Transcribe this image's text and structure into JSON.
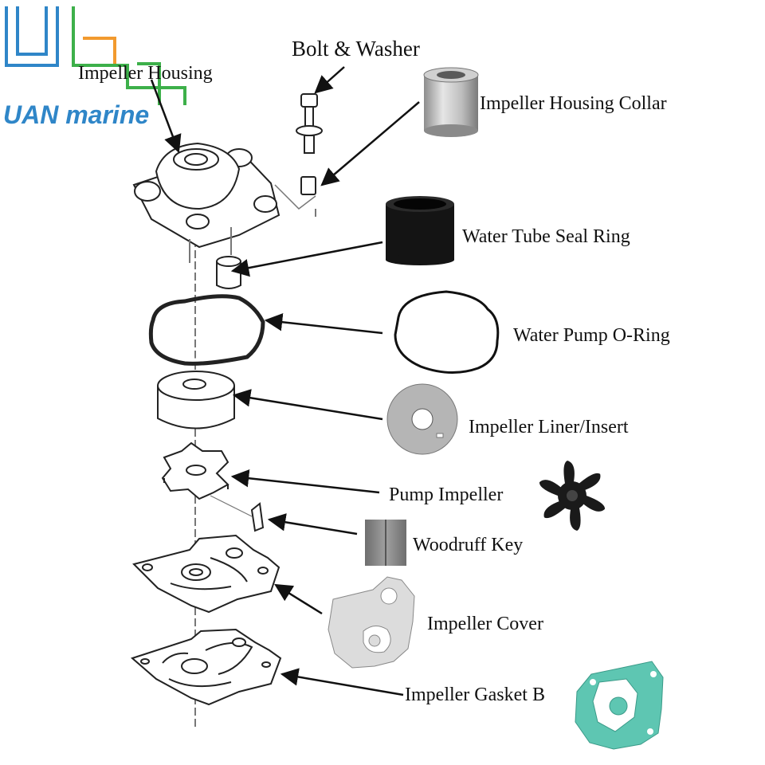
{
  "brand": {
    "name_part1": "UAN",
    "name_part2": " marine",
    "colors": {
      "blue": "#2f86c8",
      "green": "#3db04a",
      "orange": "#f29a2e"
    }
  },
  "labels": {
    "bolt_washer": "Bolt & Washer",
    "impeller_housing": "Impeller Housing",
    "impeller_housing_collar": "Impeller Housing Collar",
    "water_tube_seal_ring": "Water Tube Seal Ring",
    "water_pump_o_ring": "Water Pump O-Ring",
    "impeller_liner_insert": "Impeller Liner/Insert",
    "pump_impeller": "Pump Impeller",
    "woodruff_key": "Woodruff Key",
    "impeller_cover": "Impeller Cover",
    "impeller_gasket_b": "Impeller Gasket B"
  },
  "part_colors": {
    "gasket_teal": "#5ec6b2",
    "collar_silver": "#b9b9b9",
    "seal_black": "#111111",
    "cover_gray": "#d9d9d9"
  }
}
